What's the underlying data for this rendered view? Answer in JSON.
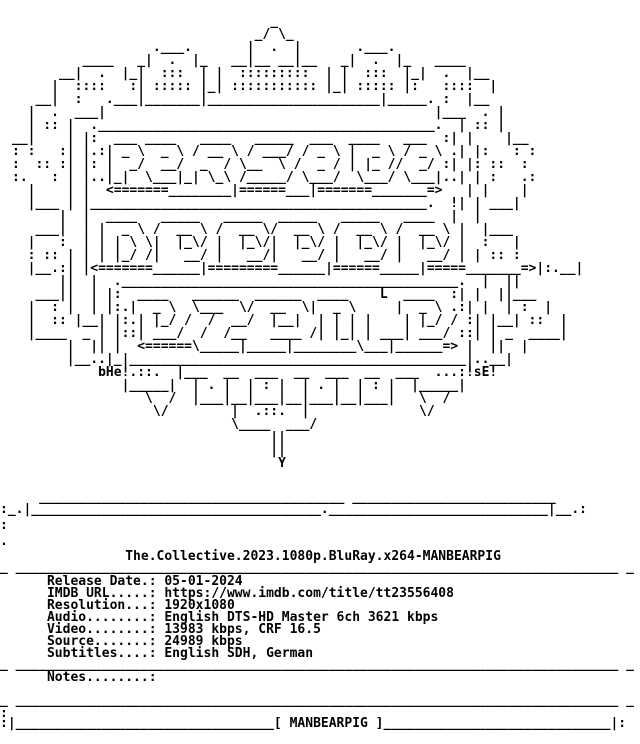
{
  "art_lines": [
    "                                 _",
    "                               _/ \\_",
    "                  .___.       |  .  |       .___.",
    "         ____   _|  .  |_   __|__ __|__   _|  .  |_   ____",
    "      __|  .  |_|  :::  | |  :::::::::  | |  :::  |_|  .  |__",
    "     |  ::::   :| ::::: |_| ::::::::::: |_| ::::: |:   ::::  |",
    "   __|  :   .___|_______|______________________|_____. :  |__",
    "  |  .  ___|                                          |___  . |",
    "  | :: |  .___________________________________________.  | :: |",
    "__|    | |:  ___ ____   ____   _____  ___  ____   ___  :| |    |__",
    ": :   :| |.:| _ \\  _ \\ / __ \\ / ___/ / _ \\ |  _ \\ / _ \\ .| |:   : :",
    ":  :: :| |: |  _/  __/  _  / \\__  \\ /  _ / | |_ //  _/ :| |: ::  :",
    ":.   : | |..|_|  \\___|_| \\_\\ /_____/ \\___/  \\___/ \\___|..| | :   .:",
    "  |    | |  <=======________|======___|=======_______=>   | |    |",
    "  |___ | |___________________________________________.  !| | ___|",
    "      |  |  ____   _____   _____  _____   _____   ____  |  |",
    "   ___|  | |  _ \\ /  __ \\ /  __ \\/  __ \\ /  __ \\ /  __ \\ |  |___",
    "  |   :  | | | \\ \\|  |_\\/ |  |_\\/|  |_\\/ |  |_\\/ |  |_\\/ |  :   |",
    "  : :: | | | |_/ /|   __/ |   __/|   __/ |   __/ |   __/ | | :: :",
    "  |__.:| |<=======______|=========______|======_____|=====_______=>|:.__|",
    "      ||  |  .___________________________________________.  |  ||",
    "   ___||  | |:  ____   ______  ______  ____    L  ____  :| |  ||___",
    "  |  : |  | |:.|  _ \\  \\___  \\/  __  \\|  _ \\     |  _ \\ .:| |  | :  |",
    "  |  :: |__| |:.| |_/ /  /  __/  |__|  | | | |    | |_/ / :| |__| ::  |",
    "  |____  _ | |::| ___/  /  /__   ____ /| |_| | ___| ___/ ::| | _  ____|",
    "       |  || |  <======\\_____|_____|________\\___|______=> |  ||  |",
    "       |__..|_|___________________________________________|..__|",
    "           bHe!.::.  |___  __  ___  __  ___  __  ___  ...:!sE!",
    "              |_____|  | . |  | : |  | . |  | : |  |_____|",
    "                 \\  /  |___|__|___|__|___|__|___|   \\  /",
    "                  \\/        |  .::.  |              \\/",
    "                            \\____  ___/",
    "                                 ||",
    "                                 ||",
    "                                  Y"
  ],
  "tags": {
    "left": "bHe!",
    "right": "!sE!"
  },
  "lines": {
    "box_top": "     _______________________________________ __________________________",
    "box_top_inner": ":_.|_____________________________________.____________________________|__.:",
    "box_side_1": ":",
    "box_side_2": ".",
    "release_title_line": "                The.Collective.2023.1080p.BluRay.x264-MANBEARPIG",
    "sep1": "_ _____________________________________________________________________________ _",
    "info1": "      Release Date.: 05-01-2024",
    "info2": "      IMDB URL.....: https://www.imdb.com/title/tt23556408",
    "info3": "      Resolution...: 1920x1080",
    "info4": "      Audio........: English DTS-HD Master 6ch 3621 kbps",
    "info5": "      Video........: 13983 kbps, CRF 16.5",
    "info6": "      Source.......: 24989 kbps",
    "info7": "      Subtitles....: English SDH, German",
    "sep2": "_ _____________________________________________________________________________ _",
    "notes": "      Notes........:",
    "sep3": "_ _____________________________________________________________________________ _",
    "box_bottom_1": ":",
    "box_bottom": ":|_________________________________[ MANBEARPIG ]_____________________________|:"
  }
}
